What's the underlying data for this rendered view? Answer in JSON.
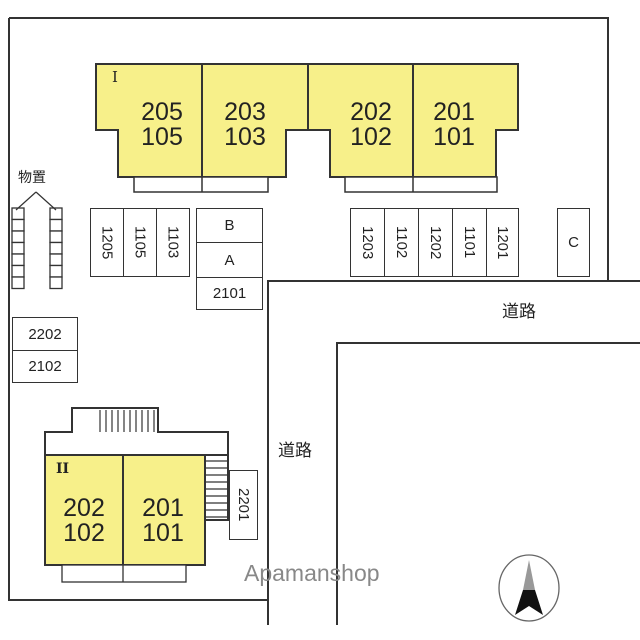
{
  "building_1": {
    "label": "I",
    "units": [
      {
        "upper": "205",
        "lower": "105"
      },
      {
        "upper": "203",
        "lower": "103"
      },
      {
        "upper": "202",
        "lower": "102"
      },
      {
        "upper": "201",
        "lower": "101"
      }
    ]
  },
  "building_2": {
    "label": "II",
    "units": [
      {
        "upper": "202",
        "lower": "102"
      },
      {
        "upper": "201",
        "lower": "101"
      }
    ]
  },
  "parking_left": [
    "1205",
    "1105",
    "1103"
  ],
  "parking_right": [
    "1203",
    "1102",
    "1202",
    "1101",
    "1201"
  ],
  "bike_spaces": [
    "B",
    "A"
  ],
  "space_2101": "2101",
  "space_c": "C",
  "spaces_left": [
    "2202",
    "2102"
  ],
  "space_2201": "2201",
  "storage_label": "物置",
  "road_label": "道路",
  "watermark": "Apamanshop",
  "colors": {
    "building": "#f7f08a",
    "line": "#333333"
  }
}
